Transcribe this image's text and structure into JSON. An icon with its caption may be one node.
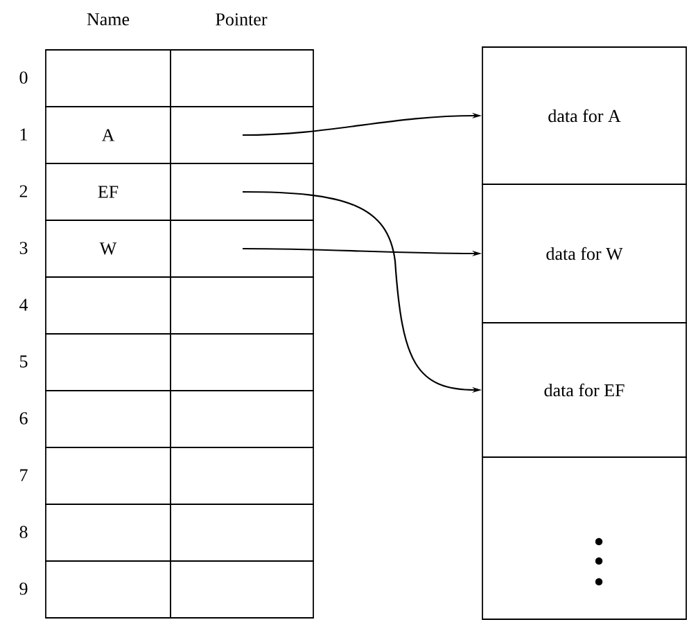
{
  "diagram": {
    "nodes": [
      {
        "text": [],
        "shape": "box"
      },
      {
        "text": [
          "A"
        ]
      },
      {
        "text": [
          "EF"
        ]
      },
      {
        "text": [
          "W"
        ]
      },
      {
        "text": [],
        "shape": "box"
      },
      {
        "text": [],
        "shape": "box"
      },
      {
        "text": [],
        "shape": "box"
      },
      {
        "text": [],
        "shape": "box"
      },
      {
        "text": [],
        "shape": "box"
      },
      {
        "text": [],
        "shape": "box"
      },
      {
        "text": [],
        "shape": "box"
      },
      {
        "text": [],
        "shape": "box"
      },
      {
        "text": [],
        "shape": "box"
      },
      {
        "text": [],
        "shape": "box"
      },
      {
        "text": [],
        "shape": "box"
      },
      {
        "text": [],
        "shape": "box"
      },
      {
        "text": [],
        "shape": "box"
      },
      {
        "text": [],
        "shape": "box"
      },
      {
        "text": [],
        "shape": "box"
      },
      {
        "text": [],
        "shape": "box"
      },
      {
        "text": [
          "data for A"
        ]
      },
      {
        "text": [
          "data for W"
        ]
      },
      {
        "text": [
          "data for EF"
        ]
      },
      {
        "text": [],
        "shape": "box"
      }
    ],
    "edges": [
      {
        "from": 11,
        "to": 20,
        "arrow": "to"
      },
      {
        "from": 12,
        "to": 22,
        "arrow": "to"
      },
      {
        "from": 13,
        "to": 21,
        "arrow": "to"
      }
    ],
    "labels": [
      "Name",
      "Pointer",
      "0",
      "1",
      "2",
      "3",
      "4",
      "5",
      "6",
      "7",
      "8",
      "9"
    ]
  }
}
